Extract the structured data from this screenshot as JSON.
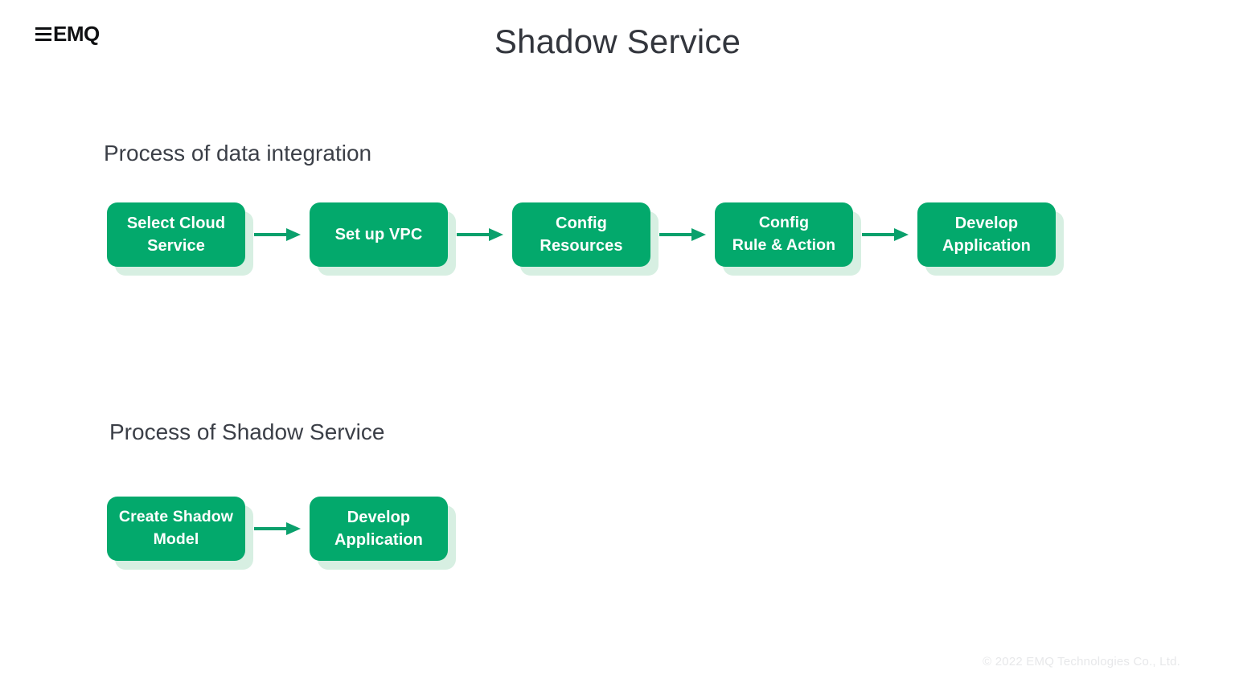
{
  "brand": {
    "logo_text": "EMQ",
    "accent_green": "#03a96c",
    "shadow_green": "#d7efe2",
    "title_color": "#33363d"
  },
  "slide": {
    "title": "Shadow Service"
  },
  "sections": [
    {
      "heading": "Process of data integration",
      "steps": [
        {
          "label": "Select Cloud\nService"
        },
        {
          "label": "Set up VPC"
        },
        {
          "label": "Config\nResources"
        },
        {
          "label": "Config\nRule &  Action"
        },
        {
          "label": "Develop\nApplication"
        }
      ]
    },
    {
      "heading": "Process of Shadow Service",
      "steps": [
        {
          "label": "Create Shadow\nModel"
        },
        {
          "label": "Develop\nApplication"
        }
      ]
    }
  ],
  "footer": {
    "copyright": "© 2022 EMQ Technologies Co., Ltd."
  }
}
